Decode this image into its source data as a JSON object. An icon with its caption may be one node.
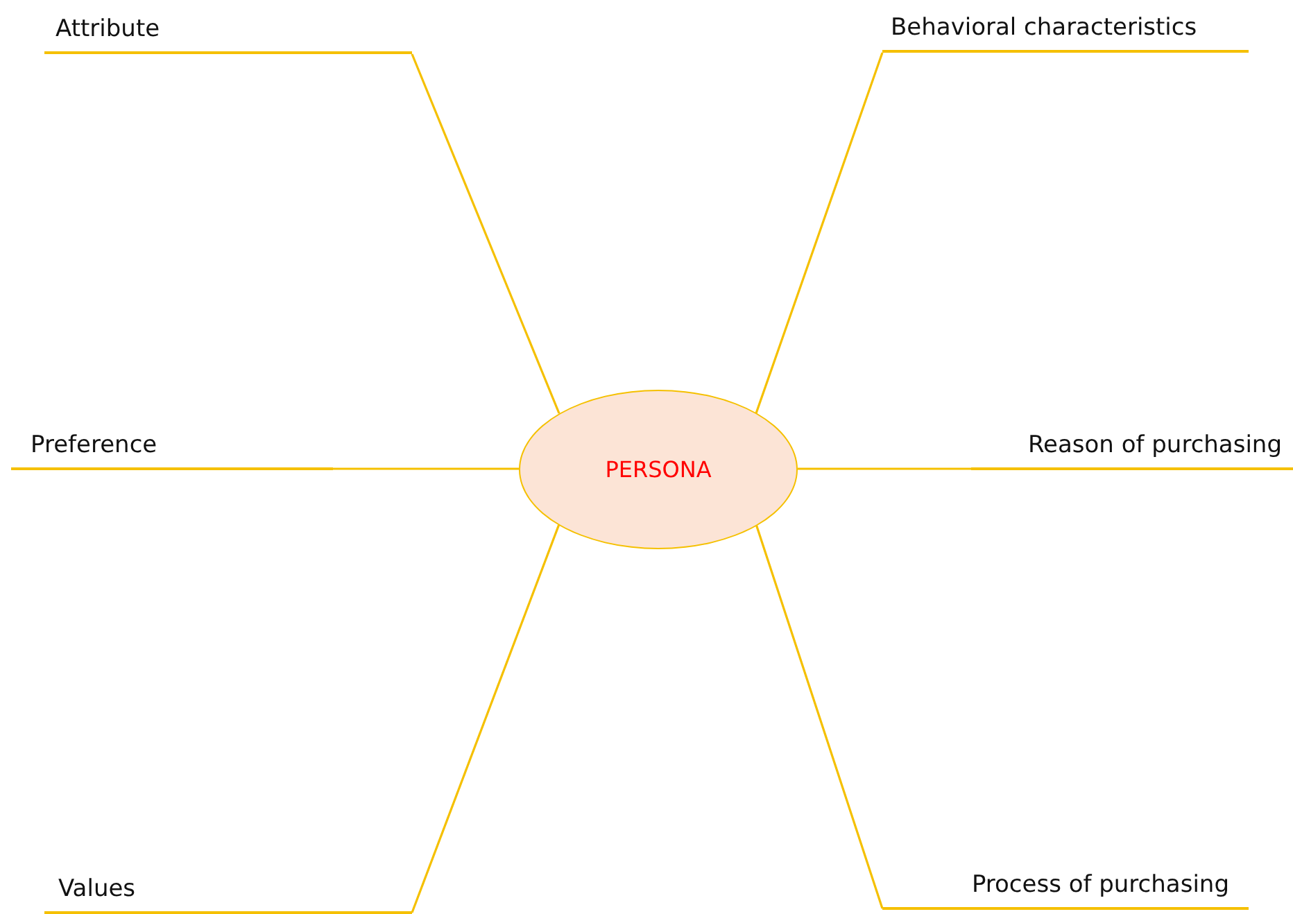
{
  "diagram": {
    "nodes": [
      {
        "text": [
          "PERSONA"
        ]
      },
      {
        "text": [
          "Attribute"
        ]
      },
      {
        "text": [
          "Behavioral characteristics"
        ]
      },
      {
        "text": [
          "Preference"
        ]
      },
      {
        "text": [
          "Reason of purchasing"
        ]
      },
      {
        "text": [
          "Values"
        ]
      },
      {
        "text": [
          "Process of purchasing"
        ]
      }
    ],
    "edges": [
      {
        "from": 0,
        "to": 1,
        "arrow": "none"
      },
      {
        "from": 0,
        "to": 2,
        "arrow": "none"
      },
      {
        "from": 0,
        "to": 3,
        "arrow": "none"
      },
      {
        "from": 0,
        "to": 4,
        "arrow": "none"
      },
      {
        "from": 0,
        "to": 5,
        "arrow": "none"
      },
      {
        "from": 0,
        "to": 6,
        "arrow": "none"
      }
    ]
  }
}
